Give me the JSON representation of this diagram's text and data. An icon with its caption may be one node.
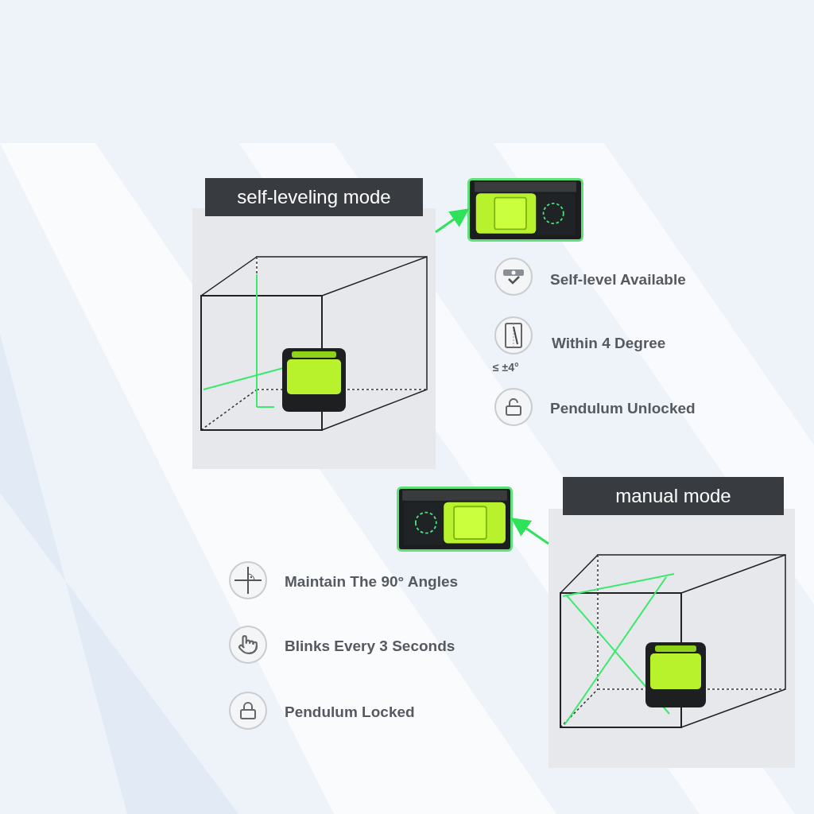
{
  "diagram": {
    "nodes": [
      {
        "text": [
          "self-leveling mode"
        ]
      },
      {
        "text": [],
        "shape": "picture"
      },
      {
        "text": [
          "manual mode"
        ]
      },
      {
        "text": [],
        "shape": "picture"
      }
    ],
    "edges": [
      {
        "from": 0,
        "to": 1,
        "arrow": "to"
      },
      {
        "from": 2,
        "to": 3,
        "arrow": "to"
      }
    ],
    "labels": [
      "Self-level Available",
      "Within 4 Degree",
      "≤ ±4°",
      "Pendulum Unlocked",
      "Maintain The 90° Angles",
      "Blinks Every 3 Seconds",
      "Pendulum Locked"
    ]
  }
}
